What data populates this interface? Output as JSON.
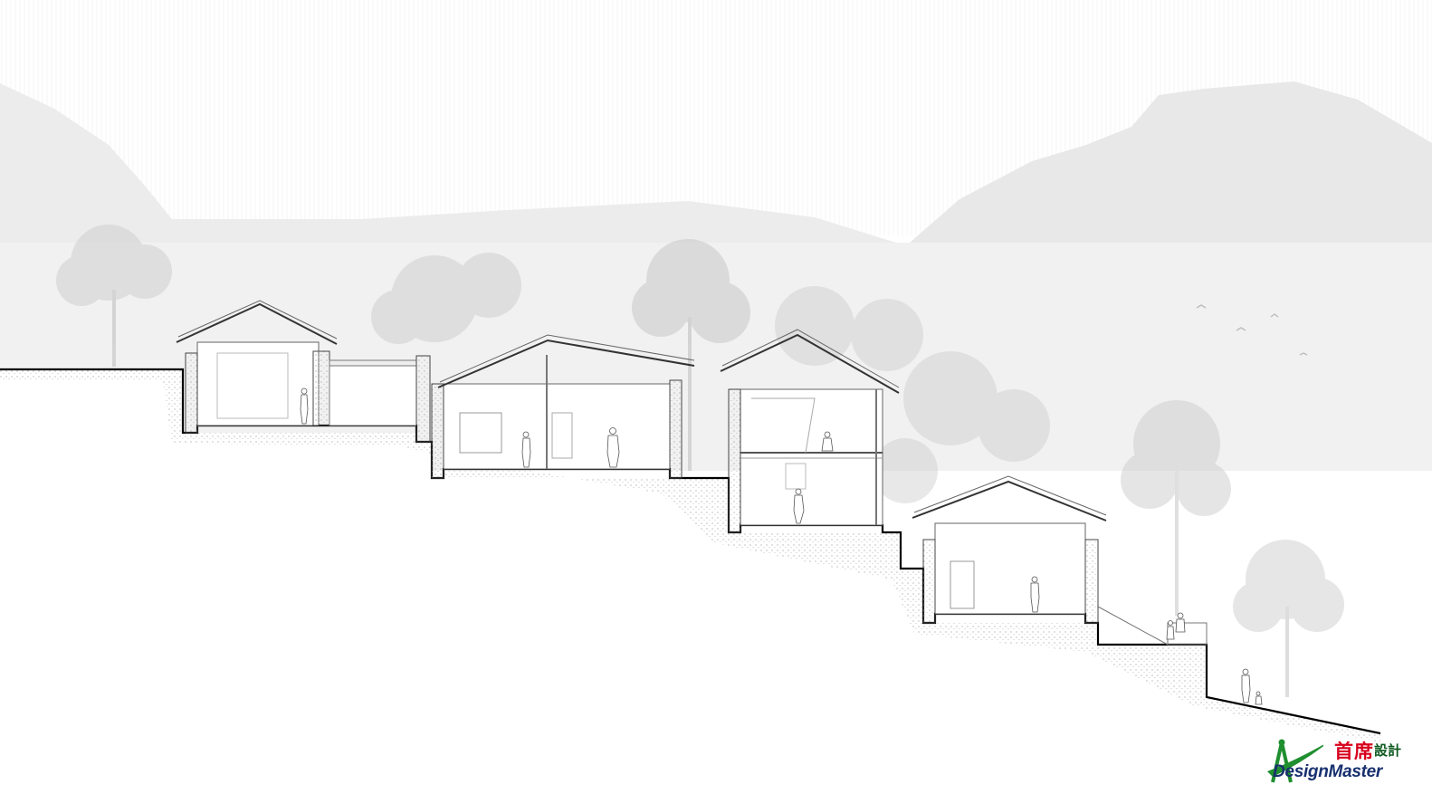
{
  "logo": {
    "chinese_primary": "首席",
    "chinese_secondary": "設計",
    "brand_text": "DesignMaster",
    "colors": {
      "red": "#d7001c",
      "green": "#1f8f2f",
      "navy": "#17306e"
    }
  },
  "drawing": {
    "subject": "site section through four hillside houses",
    "icons": [
      "compass-logo-icon",
      "tree-icon",
      "person-icon",
      "bird-icon"
    ]
  }
}
